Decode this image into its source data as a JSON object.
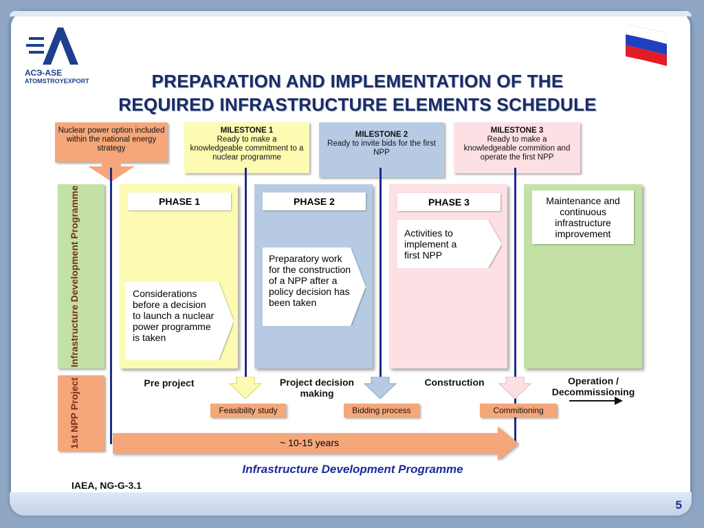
{
  "logo": {
    "mark": "АСЭ-ASE",
    "name": "ATOMSTROYEXPORT"
  },
  "title": {
    "line1": "PREPARATION AND IMPLEMENTATION OF THE",
    "line2": "REQUIRED INFRASTRUCTURE ELEMENTS SCHEDULE"
  },
  "colors": {
    "orange": "#f5a77a",
    "yellow": "#fdfbb2",
    "blue": "#b6cbe3",
    "pink": "#fde0e4",
    "green": "#c3e1a6",
    "line": "#1d2a8c"
  },
  "top_boxes": {
    "option": "Nuclear power option included within the national  energy strategy",
    "milestone1": {
      "title": "MILESTONE 1",
      "text": "Ready to make a knowledgeable commitment to a nuclear programme"
    },
    "milestone2": {
      "title": "MILESTONE 2",
      "text": "Ready to invite bids for the first NPP"
    },
    "milestone3": {
      "title": "MILESTONE 3",
      "text": "Ready to make a knowledgeable commition and operate the first NPP"
    }
  },
  "phases": {
    "phase1": {
      "label": "PHASE 1",
      "text": "Considerations before a decision to launch a nuclear power programme is taken"
    },
    "phase2": {
      "label": "PHASE 2",
      "text": "Preparatory work for the construction of a NPP after a policy decision has been taken"
    },
    "phase3": {
      "label": "PHASE 3",
      "text": "Activities to implement a first NPP"
    },
    "maintenance": "Maintenance and continuous infrastructure improvement"
  },
  "sidebar": {
    "infra": "Infrastructure Development Programme",
    "project": "1st NPP Project"
  },
  "stages": {
    "pre_project": "Pre project",
    "decision": "Project decision making",
    "construction": "Construction",
    "operation": "Operation / Decommissioning"
  },
  "tags": {
    "feasibility": "Feasibility study",
    "bidding": "Bidding process",
    "commissioning": "Commitioning"
  },
  "duration": "~  10-15 years",
  "footer": {
    "caption": "Infrastructure Development Programme",
    "source": "IAEA, NG-G-3.1",
    "page": "5"
  }
}
